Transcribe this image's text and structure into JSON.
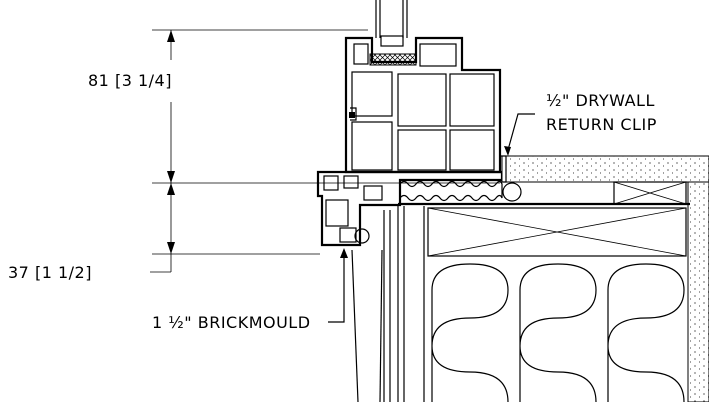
{
  "dimensions": {
    "upper": "81 [3 1/4]",
    "lower": "37 [1 1/2]"
  },
  "callouts": {
    "drywall_line1": "½\" DRYWALL",
    "drywall_line2": "RETURN CLIP",
    "brickmould": "1 ½\" BRICKMOULD"
  }
}
